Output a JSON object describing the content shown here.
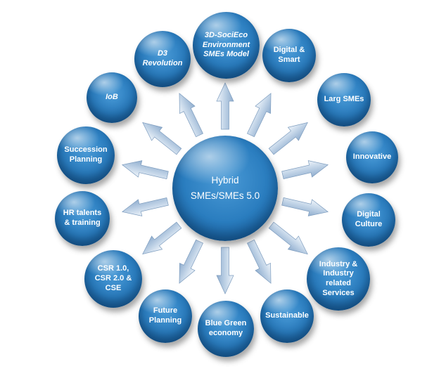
{
  "diagram": {
    "type": "radial-hub-spoke",
    "center": {
      "label": "Hybrid\nSMEs/SMEs 5.0"
    },
    "nodes": [
      {
        "label": "3D-SociEco\nEnvironment\nSMEs Model"
      },
      {
        "label": "Digital  &\nSmart"
      },
      {
        "label": "Larg SMEs"
      },
      {
        "label": "Innovative"
      },
      {
        "label": "Digital\nCulture"
      },
      {
        "label": "Industry &\nIndustry\nrelated\nServices"
      },
      {
        "label": "Sustainable"
      },
      {
        "label": "Blue Green\neconomy"
      },
      {
        "label": "Future\nPlanning"
      },
      {
        "label": "CSR 1.0,\nCSR 2.0 &\nCSE"
      },
      {
        "label": "HR talents\n& training"
      },
      {
        "label": "Succession\nPlanning"
      },
      {
        "label": "IoB"
      },
      {
        "label": "D3\nRevolution"
      }
    ],
    "colors": {
      "bubble_main": "#2a7dbf",
      "bubble_dark": "#114e84",
      "arrow_light": "#eef4fa",
      "arrow_dark": "#8fadce",
      "text": "#ffffff"
    }
  }
}
